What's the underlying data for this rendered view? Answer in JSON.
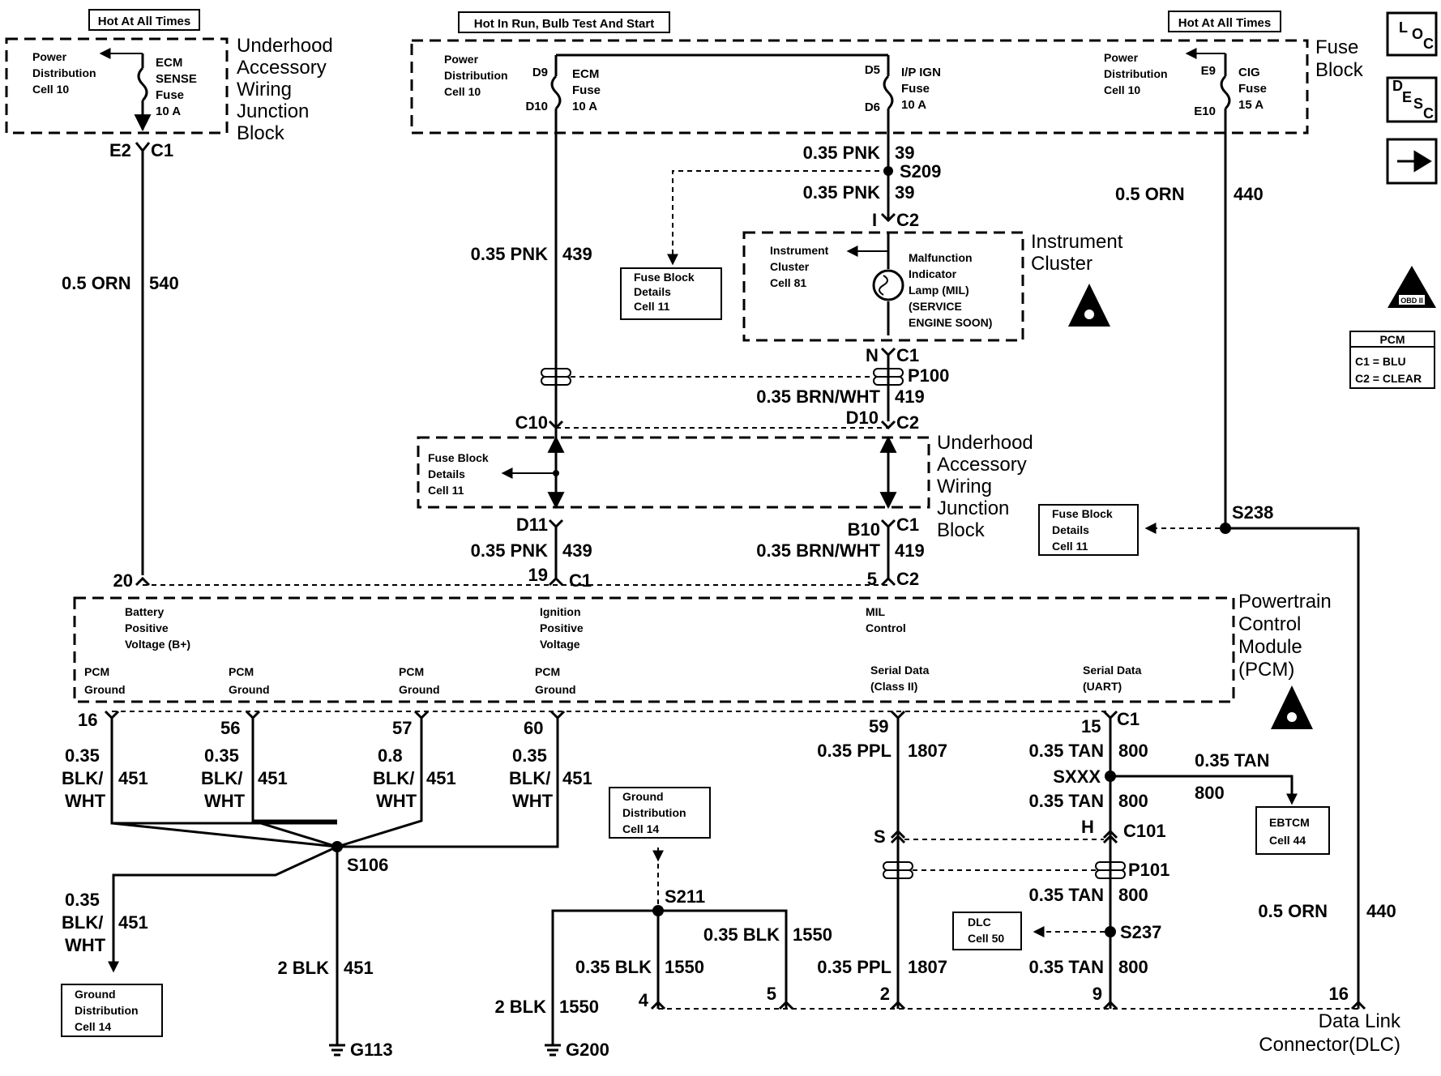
{
  "hot_labels": {
    "left": "Hot At All Times",
    "middle": "Hot In Run, Bulb Test And Start",
    "right": "Hot At All Times"
  },
  "underhood_top": {
    "l1": "Underhood",
    "l2": "Accessory",
    "l3": "Wiring",
    "l4": "Junction",
    "l5": "Block"
  },
  "underhood_mid": {
    "l1": "Underhood",
    "l2": "Accessory",
    "l3": "Wiring",
    "l4": "Junction",
    "l5": "Block"
  },
  "fuse_block": {
    "l1": "Fuse",
    "l2": "Block"
  },
  "pdc_left": {
    "l1": "Power",
    "l2": "Distribution",
    "l3": "Cell 10"
  },
  "pdc_mid": {
    "l1": "Power",
    "l2": "Distribution",
    "l3": "Cell 10"
  },
  "pdc_right": {
    "l1": "Power",
    "l2": "Distribution",
    "l3": "Cell 10"
  },
  "fuses": {
    "ecm_sense": {
      "l1": "ECM",
      "l2": "SENSE",
      "l3": "Fuse",
      "l4": "10 A"
    },
    "ecm": {
      "l1": "ECM",
      "l2": "Fuse",
      "l3": "10 A",
      "pin_in": "D9",
      "pin_out": "D10"
    },
    "ip_ign": {
      "l1": "I/P IGN",
      "l2": "Fuse",
      "l3": "10 A",
      "pin_in": "D5",
      "pin_out": "D6"
    },
    "cig": {
      "l1": "CIG",
      "l2": "Fuse",
      "l3": "15 A",
      "pin_in": "E9",
      "pin_out": "E10"
    }
  },
  "connectors": {
    "e2": "E2",
    "c1_top": "C1",
    "s209": "S209",
    "i_pin": "I",
    "c2_ic": "C2",
    "n_pin": "N",
    "c1_ic": "C1",
    "p100": "P100",
    "c10": "C10",
    "d10": "D10",
    "c2_mid": "C2",
    "d11": "D11",
    "b10": "B10",
    "c1_mid": "C1",
    "pin20": "20",
    "pin19": "19",
    "c1_pcm": "C1",
    "pin5": "5",
    "c2_pcm": "C2",
    "s238": "S238",
    "pin16": "16",
    "pin56": "56",
    "pin57": "57",
    "pin60": "60",
    "pin59": "59",
    "pin15": "15",
    "c1_bottom": "C1",
    "sxxx": "SXXX",
    "s_pin": "S",
    "h_pin": "H",
    "c101": "C101",
    "p101": "P101",
    "s106": "S106",
    "s211": "S211",
    "s237": "S237",
    "dlc4": "4",
    "dlc5": "5",
    "dlc2": "2",
    "dlc9": "9",
    "dlc16": "16",
    "g113": "G113",
    "g200": "G200"
  },
  "wires": {
    "pnk39_a": {
      "size": "0.35 PNK",
      "circuit": "39"
    },
    "pnk39_b": {
      "size": "0.35 PNK",
      "circuit": "39"
    },
    "orn440_top": {
      "size": "0.5 ORN",
      "circuit": "440"
    },
    "orn540": {
      "size": "0.5 ORN",
      "circuit": "540"
    },
    "pnk439_a": {
      "size": "0.35 PNK",
      "circuit": "439"
    },
    "brnwht419_a": {
      "size": "0.35 BRN/WHT",
      "circuit": "419"
    },
    "pnk439_b": {
      "size": "0.35 PNK",
      "circuit": "439"
    },
    "brnwht419_b": {
      "size": "0.35 BRN/WHT",
      "circuit": "419"
    },
    "g16": {
      "l1": "0.35",
      "l2": "BLK/",
      "l3": "WHT",
      "circuit": "451"
    },
    "g56": {
      "l1": "0.35",
      "l2": "BLK/",
      "l3": "WHT",
      "circuit": "451"
    },
    "g57": {
      "l1": "0.8",
      "l2": "BLK/",
      "l3": "WHT",
      "circuit": "451"
    },
    "g60": {
      "l1": "0.35",
      "l2": "BLK/",
      "l3": "WHT",
      "circuit": "451"
    },
    "ppl1807_a": {
      "size": "0.35 PPL",
      "circuit": "1807"
    },
    "tan800_a": {
      "size": "0.35 TAN",
      "circuit": "800"
    },
    "tan800_b": {
      "size": "0.35 TAN",
      "circuit": "800"
    },
    "tan800_ebtcm": {
      "size": "0.35 TAN",
      "circuit": "800"
    },
    "gl": {
      "l1": "0.35",
      "l2": "BLK/",
      "l3": "WHT",
      "circuit": "451"
    },
    "blk451": {
      "size": "2 BLK",
      "circuit": "451"
    },
    "blk1550_a": {
      "size": "0.35 BLK",
      "circuit": "1550"
    },
    "blk1550_b": {
      "size": "0.35 BLK",
      "circuit": "1550"
    },
    "blk1550_c": {
      "size": "2 BLK",
      "circuit": "1550"
    },
    "tan800_c": {
      "size": "0.35 TAN",
      "circuit": "800"
    },
    "tan800_d": {
      "size": "0.35 TAN",
      "circuit": "800"
    },
    "ppl1807_b": {
      "size": "0.35 PPL",
      "circuit": "1807"
    },
    "orn440_bot": {
      "size": "0.5 ORN",
      "circuit": "440"
    }
  },
  "instrument_cluster": {
    "title1": "Instrument",
    "title2": "Cluster",
    "ref1": "Instrument",
    "ref2": "Cluster",
    "ref3": "Cell 81",
    "mil1": "Malfunction",
    "mil2": "Indicator",
    "mil3": "Lamp (MIL)",
    "mil4": "(SERVICE",
    "mil5": "ENGINE SOON)"
  },
  "refs": {
    "fb11_a": {
      "l1": "Fuse Block",
      "l2": "Details",
      "l3": "Cell 11"
    },
    "fb11_b": {
      "l1": "Fuse Block",
      "l2": "Details",
      "l3": "Cell 11"
    },
    "fb11_c": {
      "l1": "Fuse Block",
      "l2": "Details",
      "l3": "Cell 11"
    },
    "gd14_a": {
      "l1": "Ground",
      "l2": "Distribution",
      "l3": "Cell 14"
    },
    "gd14_b": {
      "l1": "Ground",
      "l2": "Distribution",
      "l3": "Cell 14"
    },
    "ebtcm": {
      "l1": "EBTCM",
      "l2": "Cell 44"
    },
    "dlc50": {
      "l1": "DLC",
      "l2": "Cell 50"
    }
  },
  "pcm": {
    "title1": "Powertrain",
    "title2": "Control",
    "title3": "Module",
    "title4": "(PCM)",
    "bpv1": "Battery",
    "bpv2": "Positive",
    "bpv3": "Voltage (B+)",
    "ipv1": "Ignition",
    "ipv2": "Positive",
    "ipv3": "Voltage",
    "mil1": "MIL",
    "mil2": "Control",
    "gnd_a1": "PCM",
    "gnd_a2": "Ground",
    "gnd_b1": "PCM",
    "gnd_b2": "Ground",
    "gnd_c1": "PCM",
    "gnd_c2": "Ground",
    "gnd_d1": "PCM",
    "gnd_d2": "Ground",
    "sd1_1": "Serial Data",
    "sd1_2": "(Class II)",
    "sd2_1": "Serial Data",
    "sd2_2": "(UART)"
  },
  "side_legend": {
    "pcm_title": "PCM",
    "c1": "C1 = BLU",
    "c2": "C2 = CLEAR",
    "obd": "OBD II"
  },
  "nav": {
    "loc_l": "L",
    "loc_o": "O",
    "loc_c": "C",
    "desc_d": "D",
    "desc_e": "E",
    "desc_s": "S",
    "desc_c": "C"
  },
  "dlc_title": {
    "l1": "Data Link",
    "l2": "Connector(DLC)"
  }
}
